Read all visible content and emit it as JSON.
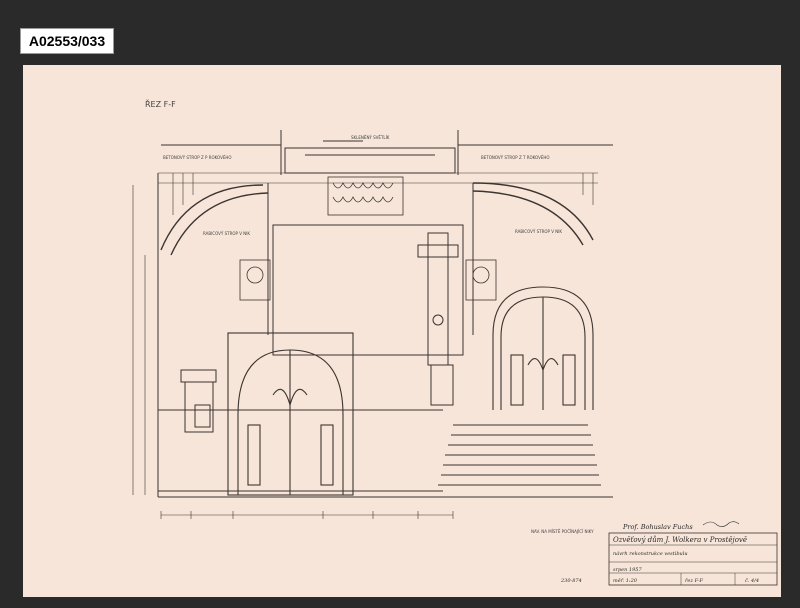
{
  "archive_id": "A02553/033",
  "drawing": {
    "section_label": "ŘEZ F-F",
    "top_note": "SKLENĚNÝ SVĚTLÍK",
    "left_label": "BETONOVÝ STROP Z P ROKOVÉHO",
    "right_label": "BETONOVÝ STROP Z T ROKOVÉHO",
    "left_ceiling_label": "RABICOVÝ STROP V NIK",
    "right_ceiling_label": "RABICOVÝ STROP V NIK",
    "bottom_note": "NAV. NA MÍSTĚ POČÍNAJÍCÍ NIKY",
    "pencil_number": "230-874"
  },
  "title_block": {
    "author": "Prof. Bohuslav Fuchs",
    "title": "Ozvěťový dům J. Wolkera v Prostějově",
    "subtitle": "návrh rekonstrukce vestibulu",
    "date": "srpen 1957",
    "scale": "měř. 1:20",
    "section": "řez F-F",
    "sheet": "č. 4/4"
  }
}
